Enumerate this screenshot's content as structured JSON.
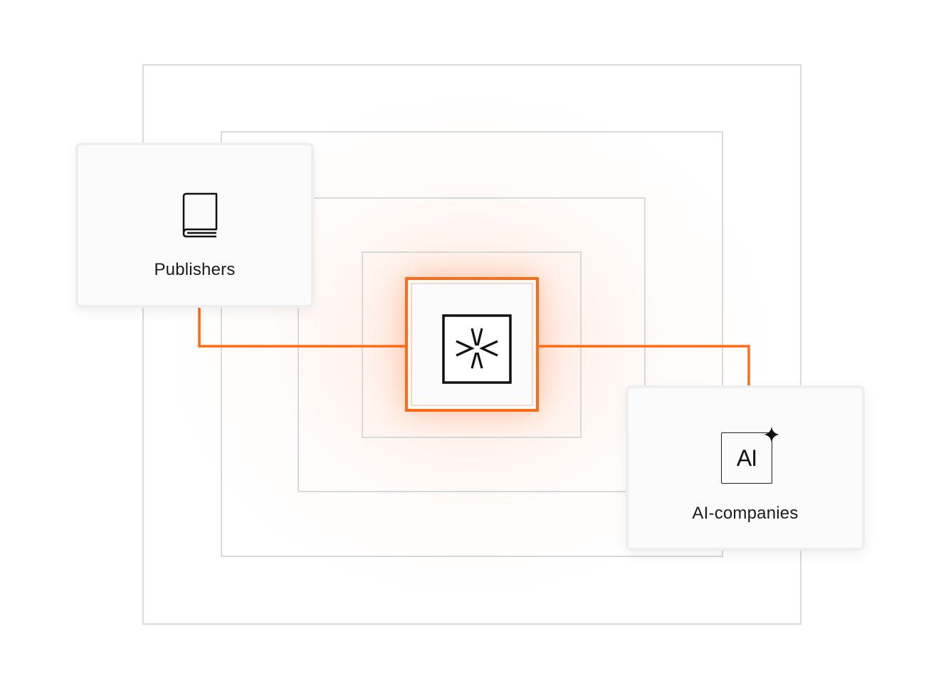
{
  "diagram": {
    "left_node": {
      "label": "Publishers",
      "icon": "book-icon"
    },
    "right_node": {
      "label": "AI-companies",
      "icon": "ai-sparkle-icon",
      "badge_text": "AI"
    },
    "center_node": {
      "icon": "asterisk-logo-icon"
    }
  },
  "colors": {
    "accent": "#ff6a13",
    "frame_border": "#d6dadc",
    "card_background": "#fbfbfb",
    "text": "#1b1b1b"
  }
}
